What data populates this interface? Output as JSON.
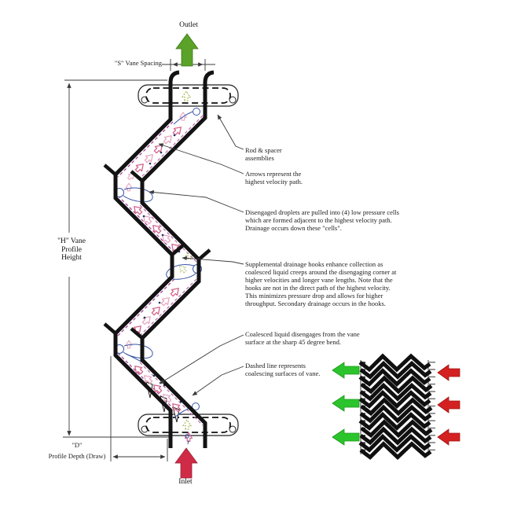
{
  "diagram": {
    "labels": {
      "outlet": "Outlet",
      "inlet": "Inlet",
      "vane_spacing": "\"S\" Vane Spacing",
      "vane_height": "\"H\" Vane Profile Height",
      "depth_symbol": "\"D\"",
      "depth_caption": "Profile Depth (Draw)"
    },
    "annotations": [
      {
        "text": "Rod & spacer assemblies"
      },
      {
        "text": "Arrows represent the highest velocity path."
      },
      {
        "text": "Disengaged droplets are pulled into (4) low pressure cells which are formed adjacent to the highest velocity path. Drainage occurs down these \"cells\"."
      },
      {
        "text": "Supplemental drainage hooks enhance collection as coalesced liquid creeps around the disengaging corner at higher velocities and longer vane lengths. Note that the hooks are not in the direct path of the highest velocity. This minimizes pressure drop and allows for higher throughput. Secondary drainage occurs in the hooks."
      },
      {
        "text": "Coalesced liquid disengages from the vane surface at the sharp 45 degree bend."
      },
      {
        "text": "Dashed line represents coalescing surfaces of vane."
      }
    ],
    "flow": {
      "outlet_arrow_direction": "up",
      "inlet_arrow_direction": "up",
      "stack_outlet_arrow_count": 3,
      "stack_inlet_arrow_count": 3
    },
    "colors": {
      "outlet_green": "#5aa228",
      "inlet_red": "#cf2b47",
      "stack_outlet_green": "#2cc42c",
      "stack_inlet_red": "#d42020",
      "vane_black": "#131313",
      "coalescing_dash_magenta": "#b3479f",
      "velocity_arrow_pink": "#d4648c",
      "droplet_blue": "#3a56a8",
      "drainage_arrow_green": "#a8bc5a"
    }
  }
}
